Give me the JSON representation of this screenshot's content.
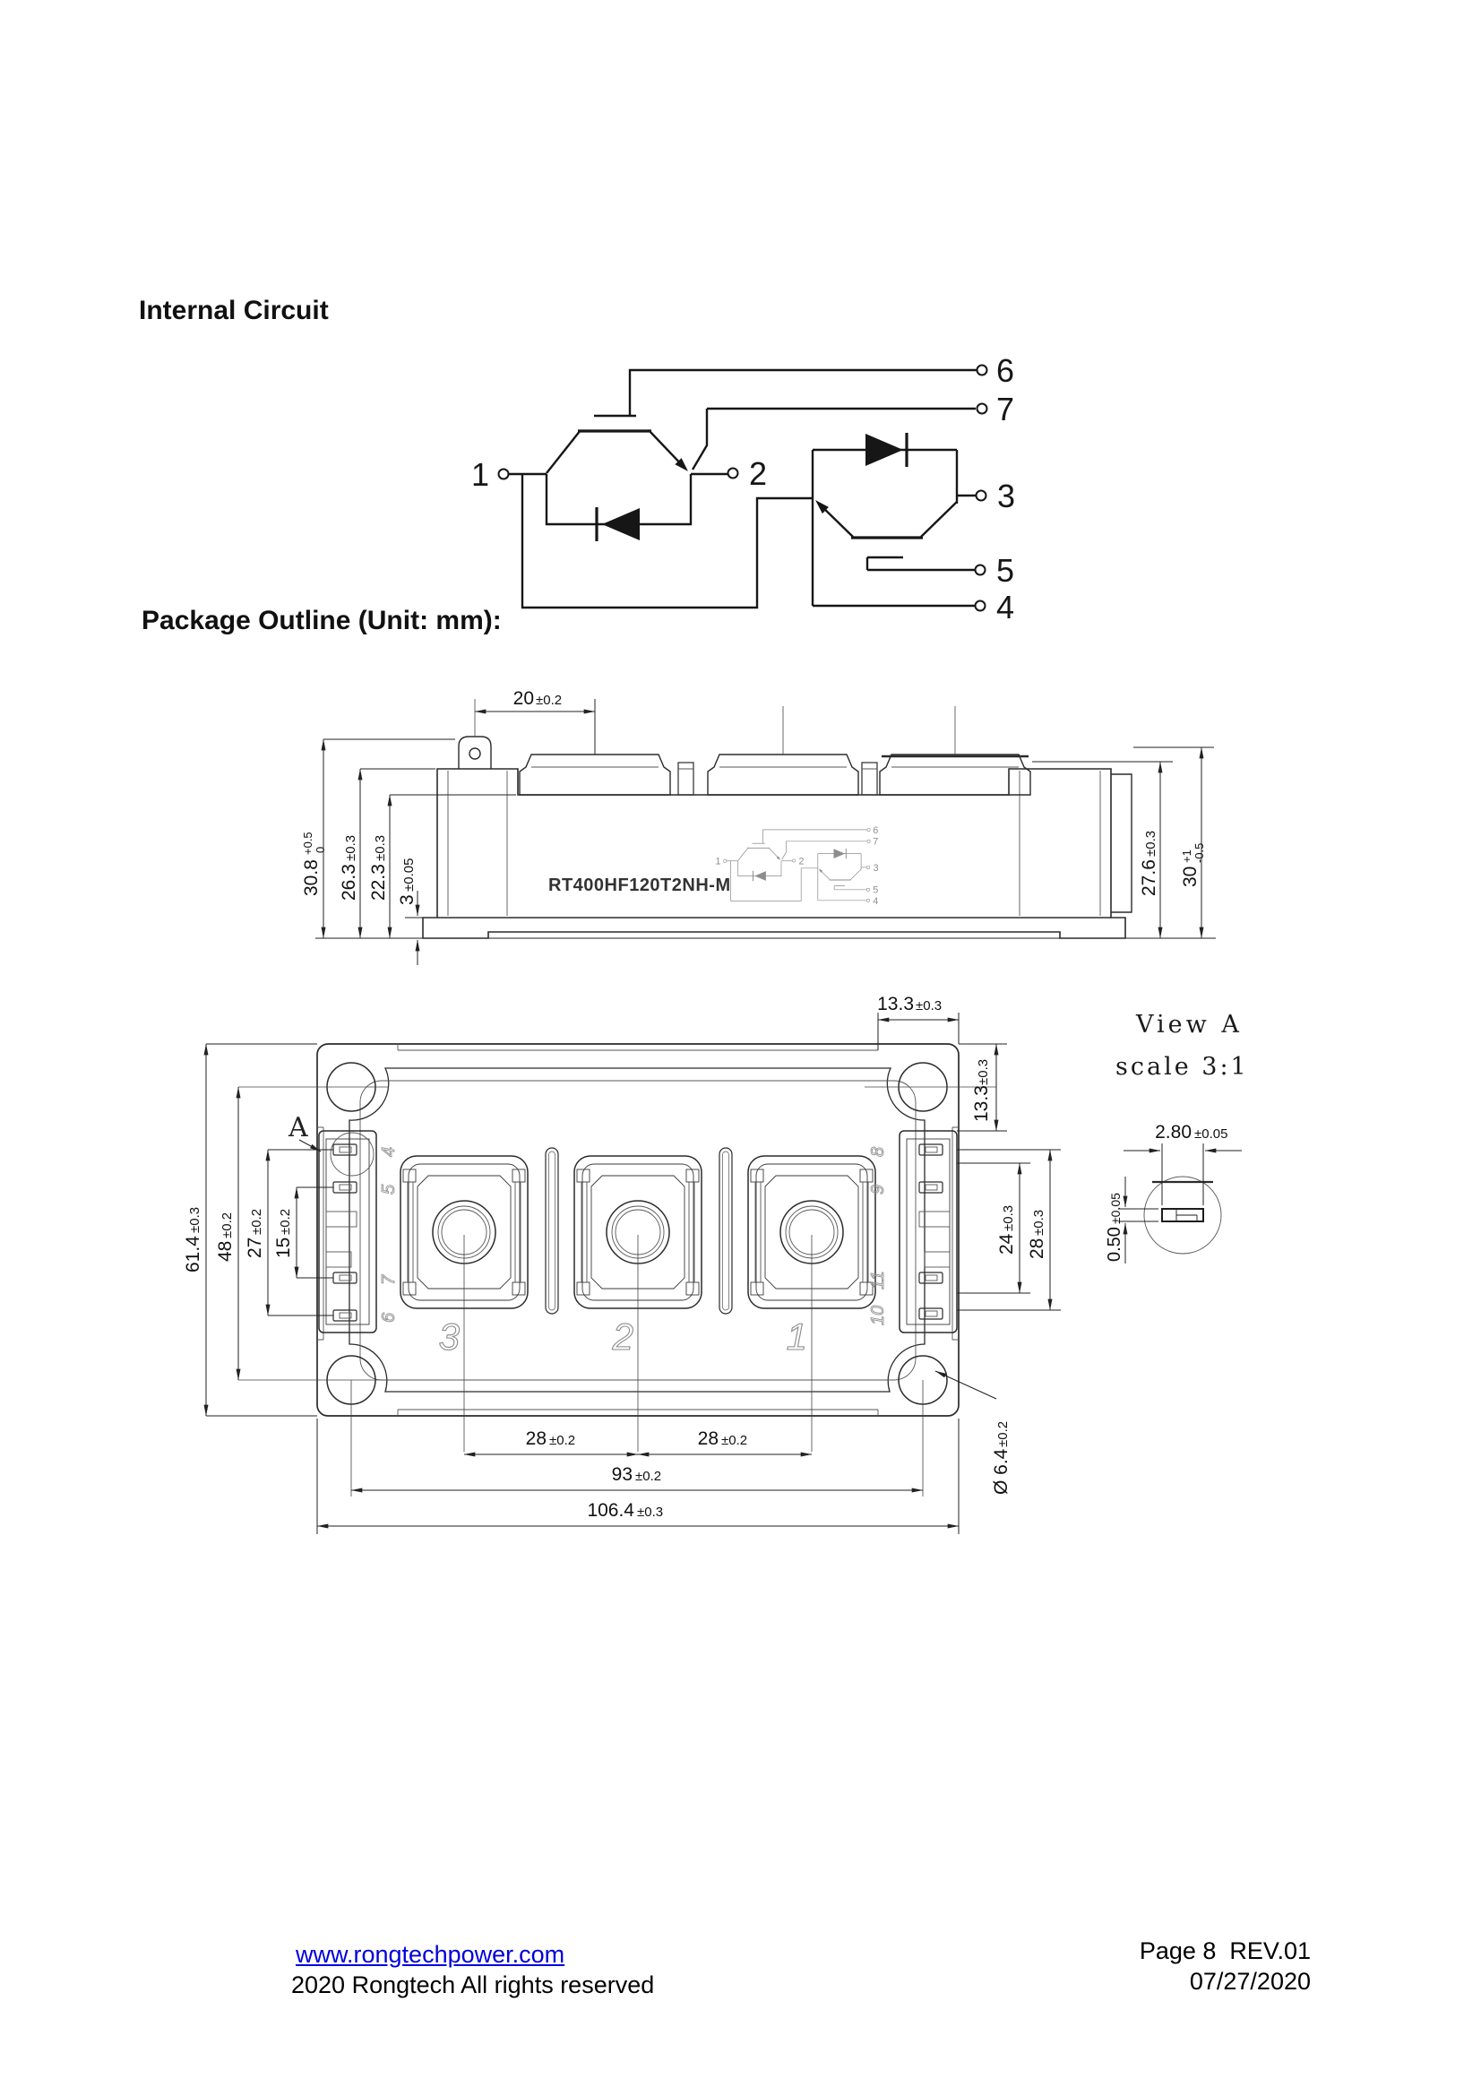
{
  "page": {
    "internal_circuit_title": "Internal Circuit",
    "package_outline_title": "Package Outline (Unit: mm):"
  },
  "internal_circuit": {
    "terminals": {
      "t1": "1",
      "t2": "2",
      "t3": "3",
      "t4": "4",
      "t5": "5",
      "t6": "6",
      "t7": "7"
    }
  },
  "side_view": {
    "part_label": "RT400HF120T2NH-M",
    "dims": {
      "width_top": {
        "v": "20",
        "t": "±0.2"
      },
      "h_total": {
        "v": "30.8",
        "tu": "+0.5",
        "td": "0"
      },
      "h_tab": {
        "v": "26.3",
        "t": "±0.3"
      },
      "h_body": {
        "v": "22.3",
        "t": "±0.3"
      },
      "h_base": {
        "v": "3",
        "t": "±0.05"
      },
      "r_body": {
        "v": "27.6",
        "t": "±0.3"
      },
      "r_total": {
        "v": "30",
        "tu": "+1",
        "td": "-0.5"
      }
    }
  },
  "top_view": {
    "view_marker": "A",
    "dims": {
      "w_total": {
        "v": "106.4",
        "t": "±0.3"
      },
      "w_holes": {
        "v": "93",
        "t": "±0.2"
      },
      "pitch_a": {
        "v": "28",
        "t": "±0.2"
      },
      "pitch_b": {
        "v": "28",
        "t": "±0.2"
      },
      "h_total": {
        "v": "61.4",
        "t": "±0.3"
      },
      "h_holes": {
        "v": "48",
        "t": "±0.2"
      },
      "pins_27": {
        "v": "27",
        "t": "±0.2"
      },
      "pins_15": {
        "v": "15",
        "t": "±0.2"
      },
      "corner_h": {
        "v": "13.3",
        "t": "±0.3"
      },
      "corner_v": {
        "v": "13.3",
        "t": "±0.3"
      },
      "pins_24": {
        "v": "24",
        "t": "±0.3"
      },
      "pins_28": {
        "v": "28",
        "t": "±0.3"
      },
      "hole_dia": {
        "v": "Ø 6.4",
        "t": "±0.2"
      }
    },
    "pins_left": {
      "p4": "4",
      "p5": "5",
      "p7": "7",
      "p6": "6"
    },
    "pins_right": {
      "p8": "8",
      "p9": "9",
      "p11": "11",
      "p10": "10"
    },
    "terminals": {
      "t3": "3",
      "t2": "2",
      "t1": "1"
    }
  },
  "view_a": {
    "title_line1": "View A",
    "title_line2": "scale 3:1",
    "dims": {
      "w": {
        "v": "2.80",
        "t": "±0.05"
      },
      "h": {
        "v": "0.50",
        "t": "±0.05"
      }
    }
  },
  "footer": {
    "url": "www.rongtechpower.com",
    "copyright": "2020 Rongtech All rights reserved",
    "page_rev": "Page 8  REV.01",
    "date": "07/27/2020"
  }
}
